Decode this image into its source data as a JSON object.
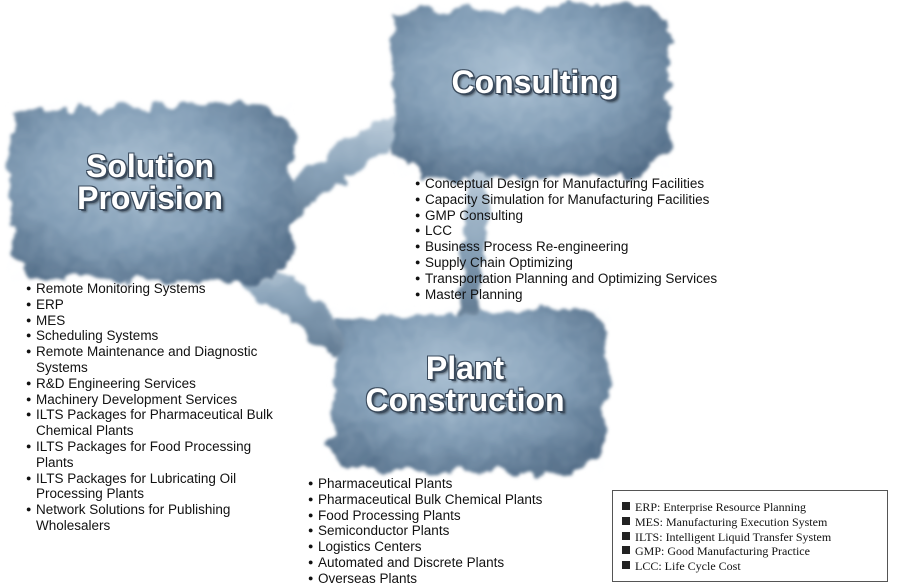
{
  "nodes": {
    "consulting": {
      "title_line1": "Consulting"
    },
    "solution": {
      "title_line1": "Solution",
      "title_line2": "Provision"
    },
    "plant": {
      "title_line1": "Plant",
      "title_line2": "Construction"
    }
  },
  "consulting_items": [
    "Conceptual Design for Manufacturing Facilities",
    "Capacity Simulation for Manufacturing Facilities",
    "GMP Consulting",
    "LCC",
    "Business Process Re-engineering",
    "Supply Chain Optimizing",
    "Transportation Planning and Optimizing Services",
    "Master Planning"
  ],
  "solution_items": [
    "Remote Monitoring Systems",
    "ERP",
    "MES",
    "Scheduling Systems",
    "Remote Maintenance and Diagnostic Systems",
    "R&D Engineering Services",
    "Machinery Development Services",
    "ILTS Packages for Pharmaceutical Bulk Chemical Plants",
    "ILTS Packages for Food Processing Plants",
    "ILTS Packages for Lubricating Oil Processing Plants",
    "Network Solutions for Publishing Wholesalers"
  ],
  "plant_items": [
    "Pharmaceutical Plants",
    "Pharmaceutical Bulk Chemical Plants",
    "Food Processing Plants",
    "Semiconductor Plants",
    "Logistics Centers",
    "Automated and Discrete Plants",
    "Overseas Plants"
  ],
  "legend": [
    "ERP: Enterprise Resource Planning",
    "MES: Manufacturing Execution System",
    "ILTS: Intelligent Liquid Transfer System",
    "GMP: Good Manufacturing Practice",
    "LCC: Life Cycle Cost"
  ],
  "colors": {
    "block_fill": "#7e9ab3",
    "block_dark": "#4d6883",
    "block_light": "#b7c9d9",
    "text_title": "#ffffff"
  }
}
